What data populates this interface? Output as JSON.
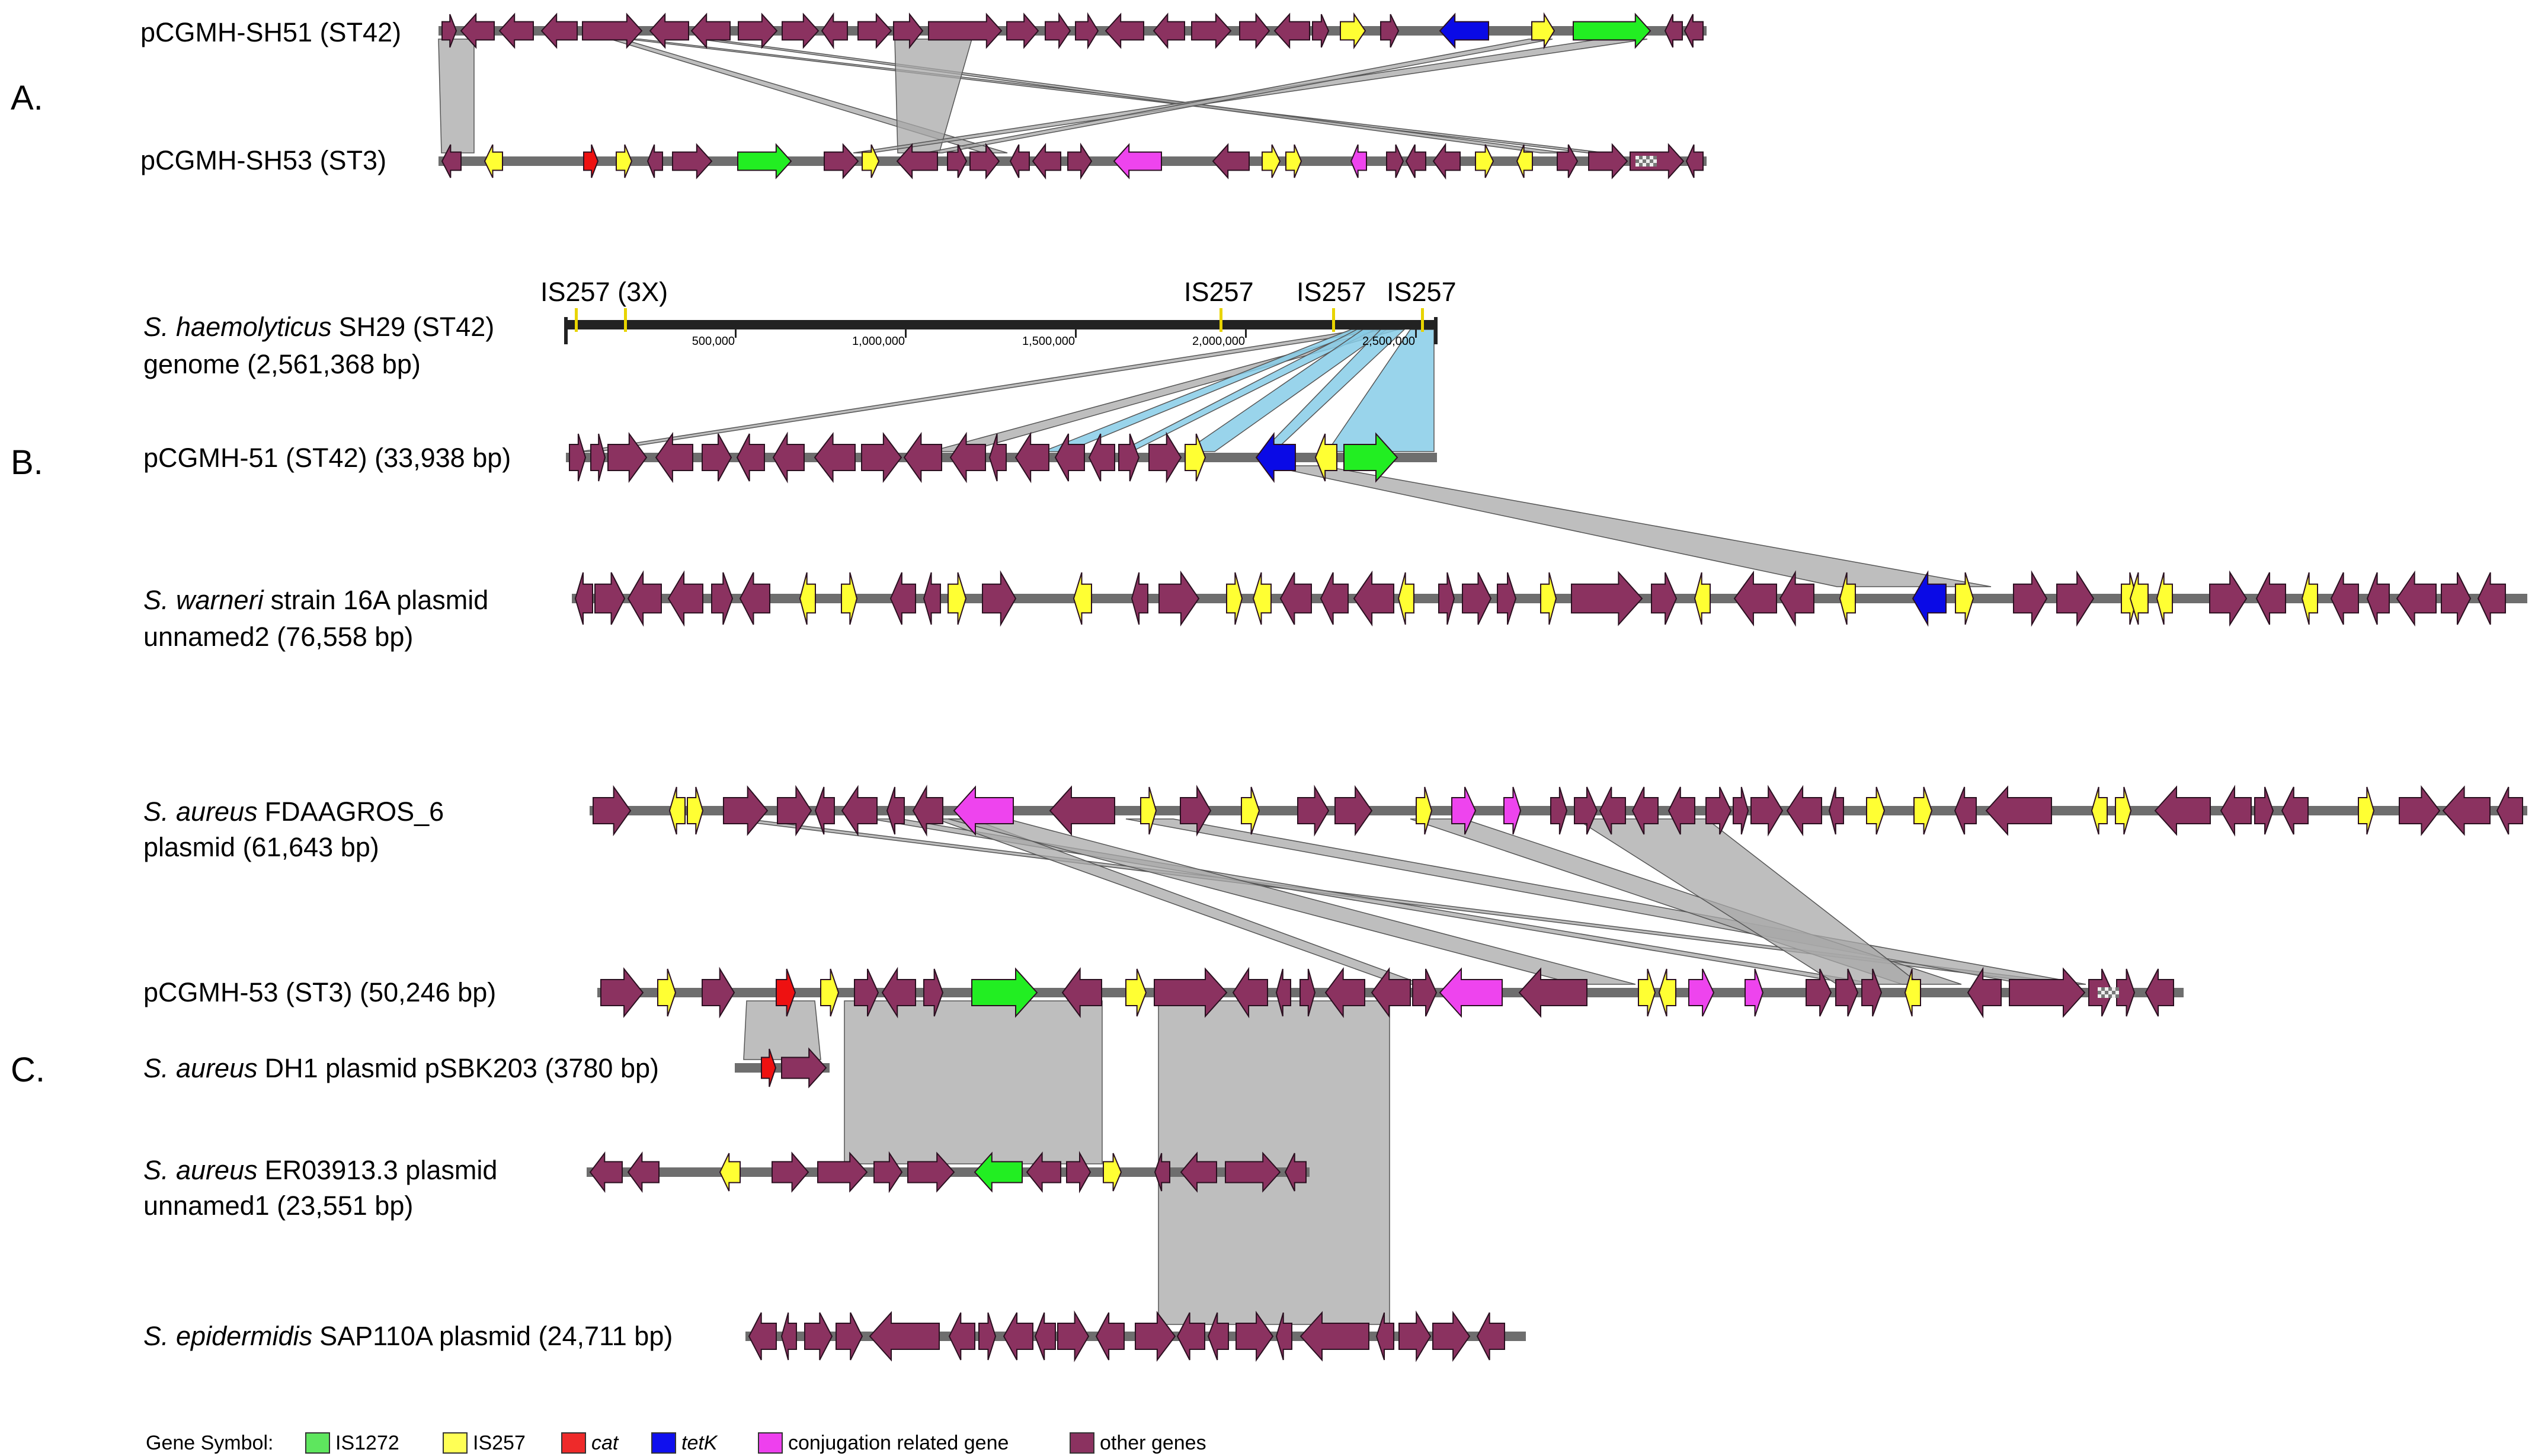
{
  "sections": {
    "a": "A.",
    "b": "B.",
    "c": "C."
  },
  "tracks": {
    "sh51": {
      "name": "pCGMH-SH51 (ST42)"
    },
    "sh53": {
      "name": "pCGMH-SH53 (ST3)"
    },
    "genome": {
      "species": "S. haemolyticus",
      "name": "SH29 (ST42)",
      "line2": "genome (2,561,368 bp)"
    },
    "p51": {
      "name": "pCGMH-51 (ST42) (33,938 bp)"
    },
    "warneri": {
      "species": "S. warneri",
      "name": "strain 16A plasmid",
      "line2": "unnamed2 (76,558 bp)"
    },
    "fdaagros": {
      "species": "S. aureus",
      "name": "FDAAGROS_6",
      "line2": "plasmid (61,643 bp)"
    },
    "p53": {
      "name": "pCGMH-53 (ST3) (50,246 bp)"
    },
    "dh1": {
      "species": "S. aureus",
      "name": "DH1 plasmid pSBK203 (3780 bp)"
    },
    "er03913": {
      "species": "S. aureus",
      "name": "ER03913.3 plasmid",
      "line2": "unnamed1 (23,551 bp)"
    },
    "sap110a": {
      "species": "S. epidermidis",
      "name": "SAP110A plasmid (24,711 bp)"
    }
  },
  "genome_axis": {
    "ticks": [
      "500,000",
      "1,000,000",
      "1,500,000",
      "2,000,000",
      "2,500,000"
    ],
    "is_labels": [
      "IS257 (3X)",
      "IS257",
      "IS257",
      "IS257"
    ]
  },
  "legend": {
    "title": "Gene Symbol:",
    "items": [
      {
        "label": "IS1272",
        "color": "#5ee65e"
      },
      {
        "label": "IS257",
        "color": "#ffff55"
      },
      {
        "label": "cat",
        "color": "#ee2a2a"
      },
      {
        "label": "tetK",
        "color": "#1010ee"
      },
      {
        "label": "conjugation related gene",
        "color": "#ee40ee"
      },
      {
        "label": "other genes",
        "color": "#8b3260"
      }
    ]
  },
  "colors": {
    "other": "#8b3260",
    "is257": "#ffff33",
    "is1272": "#22ee22",
    "cat": "#ee1111",
    "tetk": "#0a0ae6",
    "conj": "#ee44ee",
    "backbone": "#6e6e6e",
    "link_gray": "#a8a8a8",
    "link_blue": "#87cde8"
  }
}
